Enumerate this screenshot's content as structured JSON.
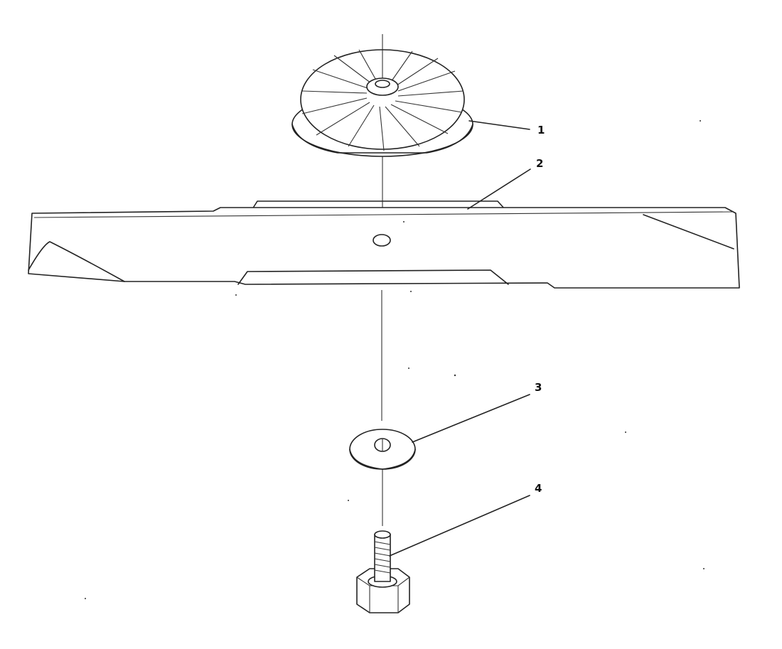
{
  "diagram": {
    "parts": [
      {
        "number": "1",
        "icon": "blade-adapter-fan-icon"
      },
      {
        "number": "2",
        "icon": "mower-blade-icon"
      },
      {
        "number": "3",
        "icon": "washer-icon"
      },
      {
        "number": "4",
        "icon": "hex-bolt-icon"
      }
    ]
  }
}
